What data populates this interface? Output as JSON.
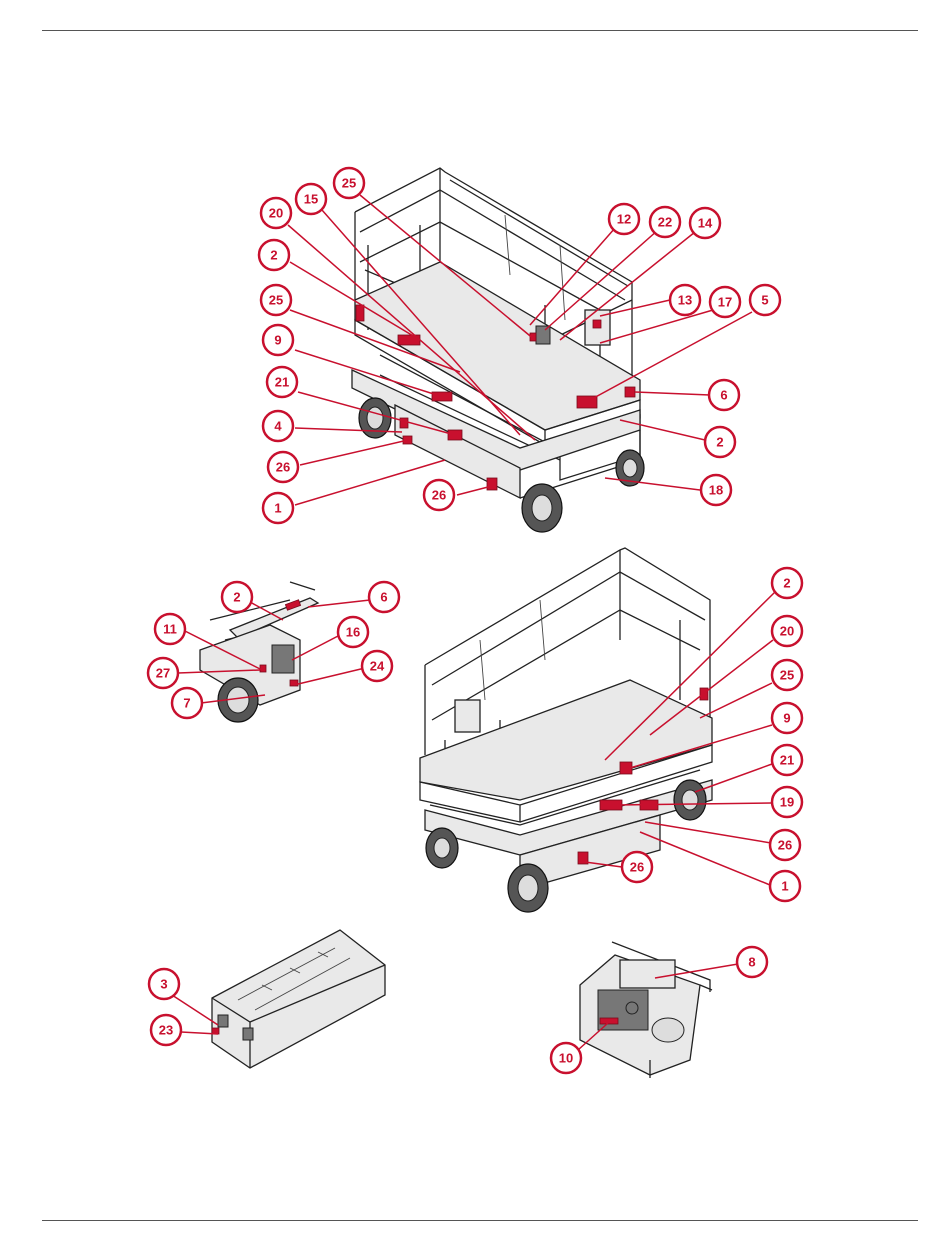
{
  "callouts": {
    "top_view": [
      "25",
      "20",
      "15",
      "12",
      "22",
      "14",
      "2",
      "13",
      "17",
      "5",
      "25",
      "9",
      "21",
      "6",
      "4",
      "2",
      "26",
      "18",
      "1",
      "26"
    ],
    "detail_left": [
      "2",
      "6",
      "11",
      "16",
      "27",
      "24",
      "7"
    ],
    "rear_view": [
      "2",
      "20",
      "25",
      "9",
      "21",
      "19",
      "26",
      "1",
      "26"
    ],
    "tray_detail": [
      "3",
      "23"
    ],
    "battery_detail": [
      "8",
      "10"
    ]
  }
}
